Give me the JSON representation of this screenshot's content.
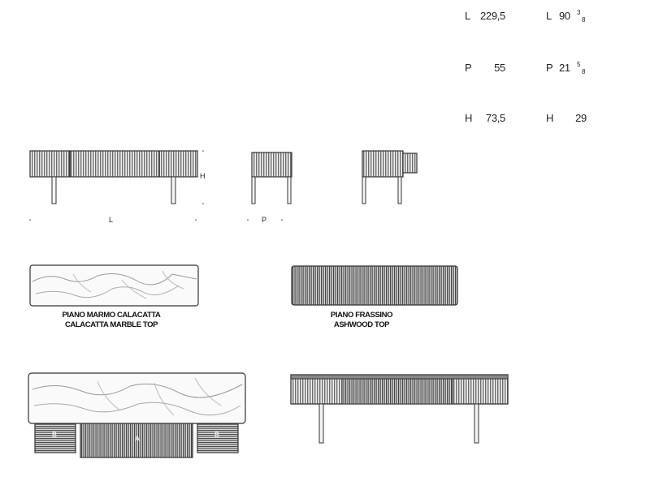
{
  "dimensions_cm": {
    "length": {
      "key": "L",
      "value": "229,5"
    },
    "depth": {
      "key": "P",
      "value": "55"
    },
    "height": {
      "key": "H",
      "value": "73,5"
    }
  },
  "dimensions_in": {
    "length": {
      "key": "L",
      "value": "90",
      "frac_num": "3",
      "frac_den": "8"
    },
    "depth": {
      "key": "P",
      "value": "21",
      "frac_num": "5",
      "frac_den": "8"
    },
    "height": {
      "key": "H",
      "value": "29"
    }
  },
  "drawing_labels": {
    "height": "H",
    "length": "L",
    "depth": "P",
    "module_a": "A",
    "module_b": "B"
  },
  "tops": {
    "marble": {
      "line1": "PIANO MARMO CALACATTA",
      "line2": "CALACATTA MARBLE TOP"
    },
    "ash": {
      "line1": "PIANO FRASSINO",
      "line2": "ASHWOOD TOP"
    }
  },
  "colors": {
    "line": "#333333",
    "fill_dark": "#555555",
    "fill_light": "#eeeeee"
  }
}
